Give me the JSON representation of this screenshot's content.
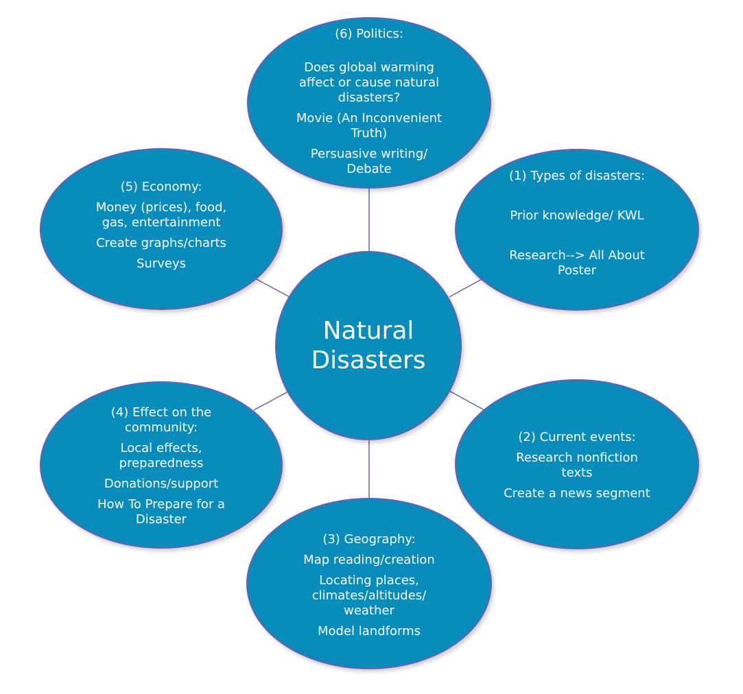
{
  "center": {
    "title": "Natural\nDisasters"
  },
  "colors": {
    "bubble_fill": "#088cbc",
    "bubble_border": "#6a5fb0",
    "connector": "#6a5fb0",
    "text": "#ffffff"
  },
  "nodes": {
    "politics": {
      "title": "(6) Politics:",
      "items": [
        "Does global warming\naffect or cause natural\ndisasters?",
        "Movie (An Inconvenient\nTruth)",
        "Persuasive writing/\nDebate"
      ]
    },
    "economy": {
      "title": "(5) Economy:",
      "items": [
        "Money (prices), food,\ngas, entertainment",
        "Create graphs/charts",
        "Surveys"
      ]
    },
    "types": {
      "title": "(1) Types of disasters:",
      "items": [
        "Prior knowledge/ KWL",
        "Research--> All About\nPoster"
      ]
    },
    "community": {
      "title": "(4) Effect on the\ncommunity:",
      "items": [
        "Local effects,\npreparedness",
        "Donations/support",
        "How To Prepare for a\nDisaster"
      ]
    },
    "current": {
      "title": "(2) Current events:",
      "items": [
        "Research nonfiction\ntexts",
        "Create a news segment"
      ]
    },
    "geography": {
      "title": "(3) Geography:",
      "items": [
        "Map reading/creation",
        "Locating places,\nclimates/altitudes/\nweather",
        "Model  landforms"
      ]
    }
  }
}
